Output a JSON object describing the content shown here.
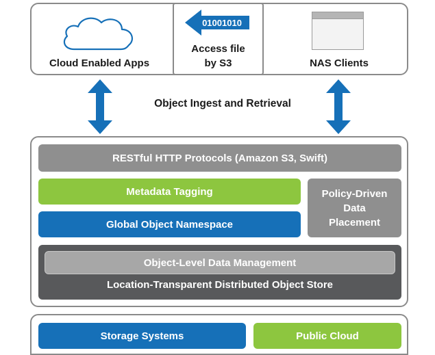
{
  "top": {
    "cloud_apps_label": "Cloud Enabled Apps",
    "access_binary": "01001010",
    "access_line1": "Access file",
    "access_line2": "by S3",
    "nas_label": "NAS Clients"
  },
  "middle": {
    "ingest_label": "Object Ingest and Retrieval"
  },
  "stack": {
    "restful": "RESTful HTTP Protocols (Amazon S3, Swift)",
    "metadata": "Metadata Tagging",
    "namespace": "Global Object Namespace",
    "policy_line1": "Policy-Driven",
    "policy_line2": "Data",
    "policy_line3": "Placement",
    "object_mgmt": "Object-Level Data Management",
    "object_store": "Location-Transparent Distributed Object Store"
  },
  "bottom": {
    "storage": "Storage Systems",
    "public_cloud": "Public Cloud"
  },
  "colors": {
    "blue": "#1670b8",
    "green": "#8dc63f",
    "gray": "#8f8f8f",
    "dark": "#58595b"
  }
}
